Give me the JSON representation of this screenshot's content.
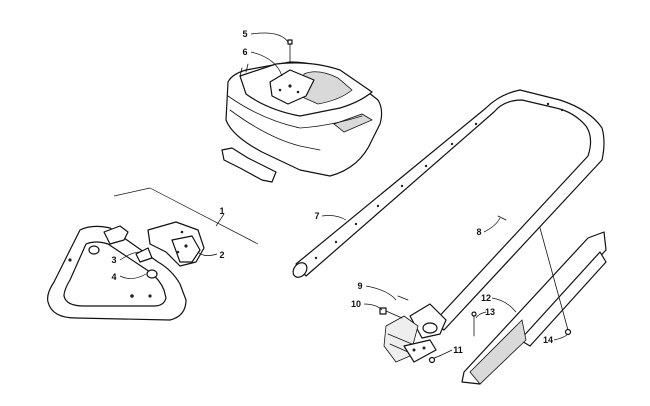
{
  "callouts": [
    {
      "id": "1",
      "label": "1"
    },
    {
      "id": "2",
      "label": "2"
    },
    {
      "id": "3",
      "label": "3"
    },
    {
      "id": "4",
      "label": "4"
    },
    {
      "id": "5",
      "label": "5"
    },
    {
      "id": "6",
      "label": "6"
    },
    {
      "id": "7",
      "label": "7"
    },
    {
      "id": "8",
      "label": "8"
    },
    {
      "id": "9",
      "label": "9"
    },
    {
      "id": "10",
      "label": "10"
    },
    {
      "id": "11",
      "label": "11"
    },
    {
      "id": "12",
      "label": "12"
    },
    {
      "id": "13",
      "label": "13"
    },
    {
      "id": "14",
      "label": "14"
    }
  ],
  "colors": {
    "line": "#111111",
    "shade": "#d9d9d9",
    "background": "#ffffff"
  }
}
